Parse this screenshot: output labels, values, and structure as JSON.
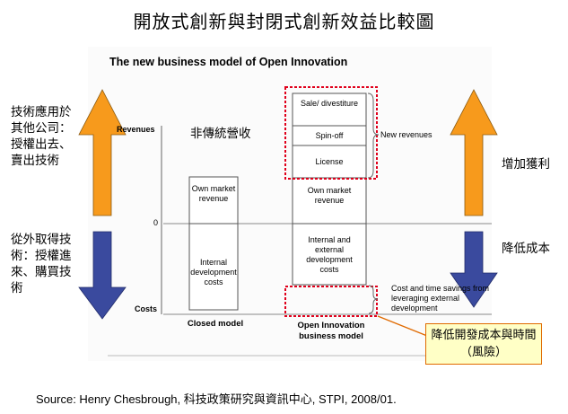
{
  "title": "開放式創新與封閉式創新效益比較圖",
  "diagram": {
    "heading": "The new business model of Open Innovation",
    "axis": {
      "revenues": "Revenues",
      "zero": "0",
      "costs": "Costs"
    },
    "center_label": "非傳統營收",
    "closed": {
      "top_box": "Own market revenue",
      "bottom_box": "Internal development costs",
      "caption": "Closed model"
    },
    "open": {
      "stack": [
        "Sale/ divestiture",
        "Spin-off",
        "License"
      ],
      "own_box": "Own market revenue",
      "cost_box": "Internal and external development costs",
      "caption": "Open Innovation business model"
    },
    "new_revenues": "New revenues",
    "savings": "Cost and time savings from leveraging external development"
  },
  "left_notes": {
    "up": "技術應用於其他公司：授權出去、賣出技術",
    "down": "從外取得技術：授權進來、購買技術"
  },
  "right_notes": {
    "up": "增加獲利",
    "down": "降低成本"
  },
  "callout": "降低開發成本與時間（風險）",
  "source": "Source: Henry Chesbrough, 科技政策研究與資訊中心, STPI, 2008/01.",
  "colors": {
    "orange": "#f79a1c",
    "blue": "#3a4a9e",
    "red_dashed": "#e0001b",
    "callout_bg": "#ffffc6"
  }
}
